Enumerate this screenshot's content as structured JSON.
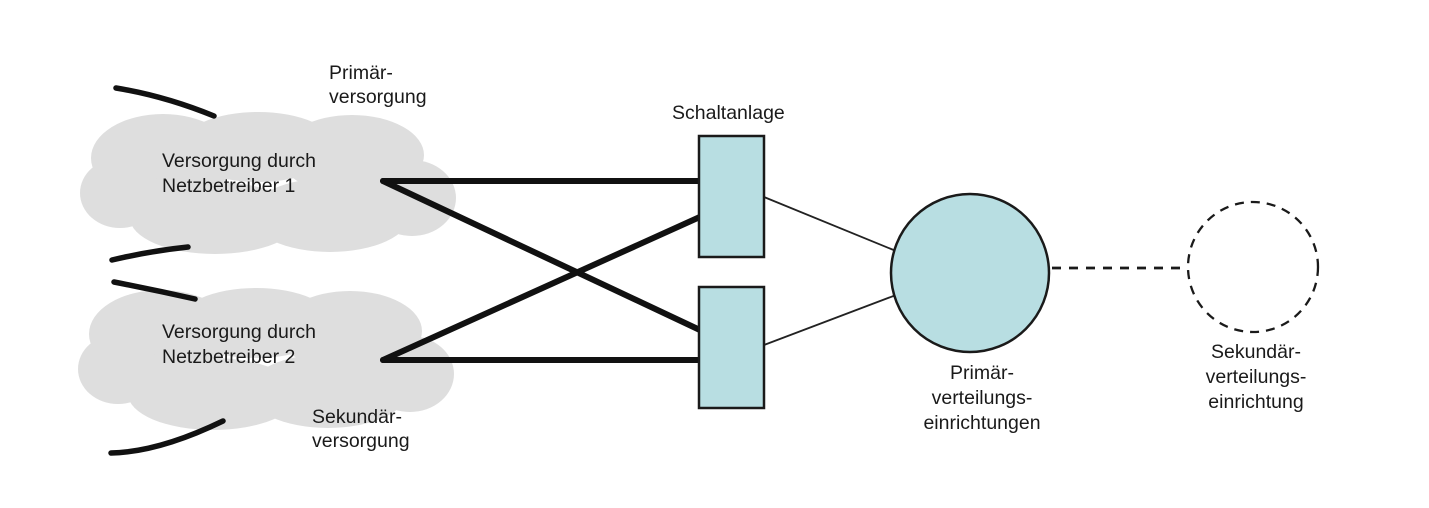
{
  "diagram": {
    "colors": {
      "cloud_fill": "#dedede",
      "node_fill": "#b8dee2",
      "line": "#141414",
      "text": "#1a1a1a"
    },
    "cloud1": {
      "line1": "Versorgung durch",
      "line2": "Netzbetreiber 1"
    },
    "cloud2": {
      "line1": "Versorgung durch",
      "line2": "Netzbetreiber 2"
    },
    "labels": {
      "primary_supply_line1": "Primär-",
      "primary_supply_line2": "versorgung",
      "secondary_supply_line1": "Sekundär-",
      "secondary_supply_line2": "versorgung",
      "switchgear": "Schaltanlage",
      "primary_distribution_line1": "Primär-",
      "primary_distribution_line2": "verteilungs-",
      "primary_distribution_line3": "einrichtungen",
      "secondary_distribution_line1": "Sekundär-",
      "secondary_distribution_line2": "verteilungs-",
      "secondary_distribution_line3": "einrichtung"
    }
  }
}
